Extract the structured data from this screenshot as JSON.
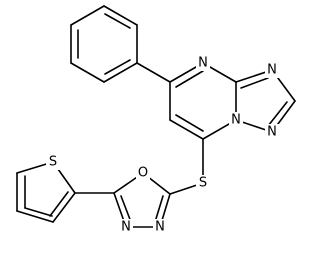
{
  "atoms": {
    "n_pyrimidine_top": "N",
    "n_triazole_top": "N",
    "n_triazole_right": "N",
    "n_bridge": "N",
    "s_thioether": "S",
    "s_thiophene": "S",
    "o_oxadiazole": "O",
    "n_oxadiazole_left": "N",
    "n_oxadiazole_right": "N"
  },
  "colors": {
    "bond": "#000000",
    "background": "#ffffff"
  }
}
